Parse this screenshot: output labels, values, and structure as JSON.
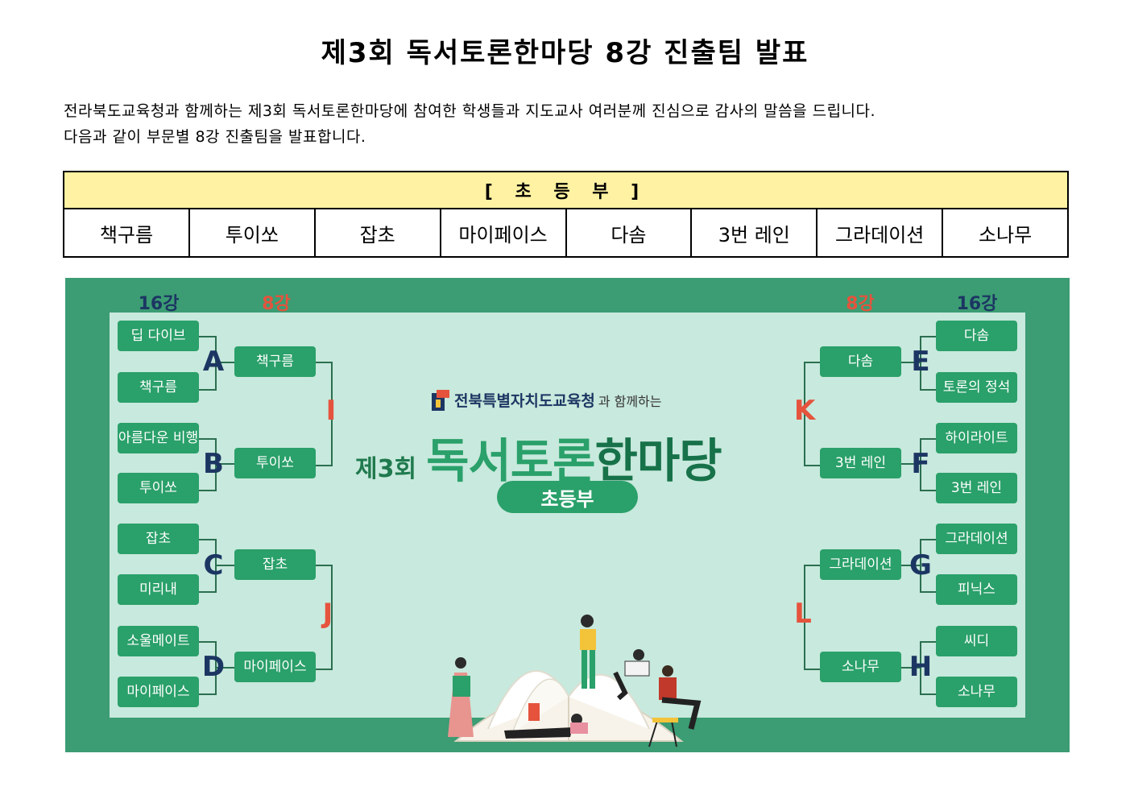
{
  "title": "제3회 독서토론한마당 8강 진출팀 발표",
  "intro": {
    "line1": "전라북도교육청과 함께하는 제3회 독서토론한마당에 참여한 학생들과 지도교사 여러분께 진심으로 감사의 말씀을 드립니다.",
    "line2": "다음과 같이 부문별 8강 진출팀을 발표합니다."
  },
  "table": {
    "header": "[ 초 등 부 ]",
    "teams": [
      "책구름",
      "투이쏘",
      "잡초",
      "마이페이스",
      "다솜",
      "3번 레인",
      "그라데이션",
      "소나무"
    ]
  },
  "poster": {
    "round16_label": "16강",
    "round8_label": "8강",
    "org": "전북특별자치도교육청",
    "org_suffix": "과 함께하는",
    "event_num": "제3회",
    "event_name_a": "독서토론",
    "event_name_b": "한마당",
    "division": "초등부",
    "left": {
      "r16": [
        "딥 다이브",
        "책구름",
        "아름다운 비행",
        "투이쏘",
        "잡초",
        "미리내",
        "소울메이트",
        "마이페이스"
      ],
      "r8": [
        "책구름",
        "투이쏘",
        "잡초",
        "마이페이스"
      ],
      "groups": [
        "A",
        "B",
        "C",
        "D"
      ],
      "semis": [
        "I",
        "J"
      ]
    },
    "right": {
      "r16": [
        "다솜",
        "토론의 정석",
        "하이라이트",
        "3번 레인",
        "그라데이션",
        "피닉스",
        "씨디",
        "소나무"
      ],
      "r8": [
        "다솜",
        "3번 레인",
        "그라데이션",
        "소나무"
      ],
      "groups": [
        "E",
        "F",
        "G",
        "H"
      ],
      "semis": [
        "K",
        "L"
      ]
    },
    "colors": {
      "background": "#3c9c73",
      "panel": "#c8e9dd",
      "box": "#2aa06a",
      "navy": "#1c3663",
      "red": "#e5533d"
    }
  }
}
